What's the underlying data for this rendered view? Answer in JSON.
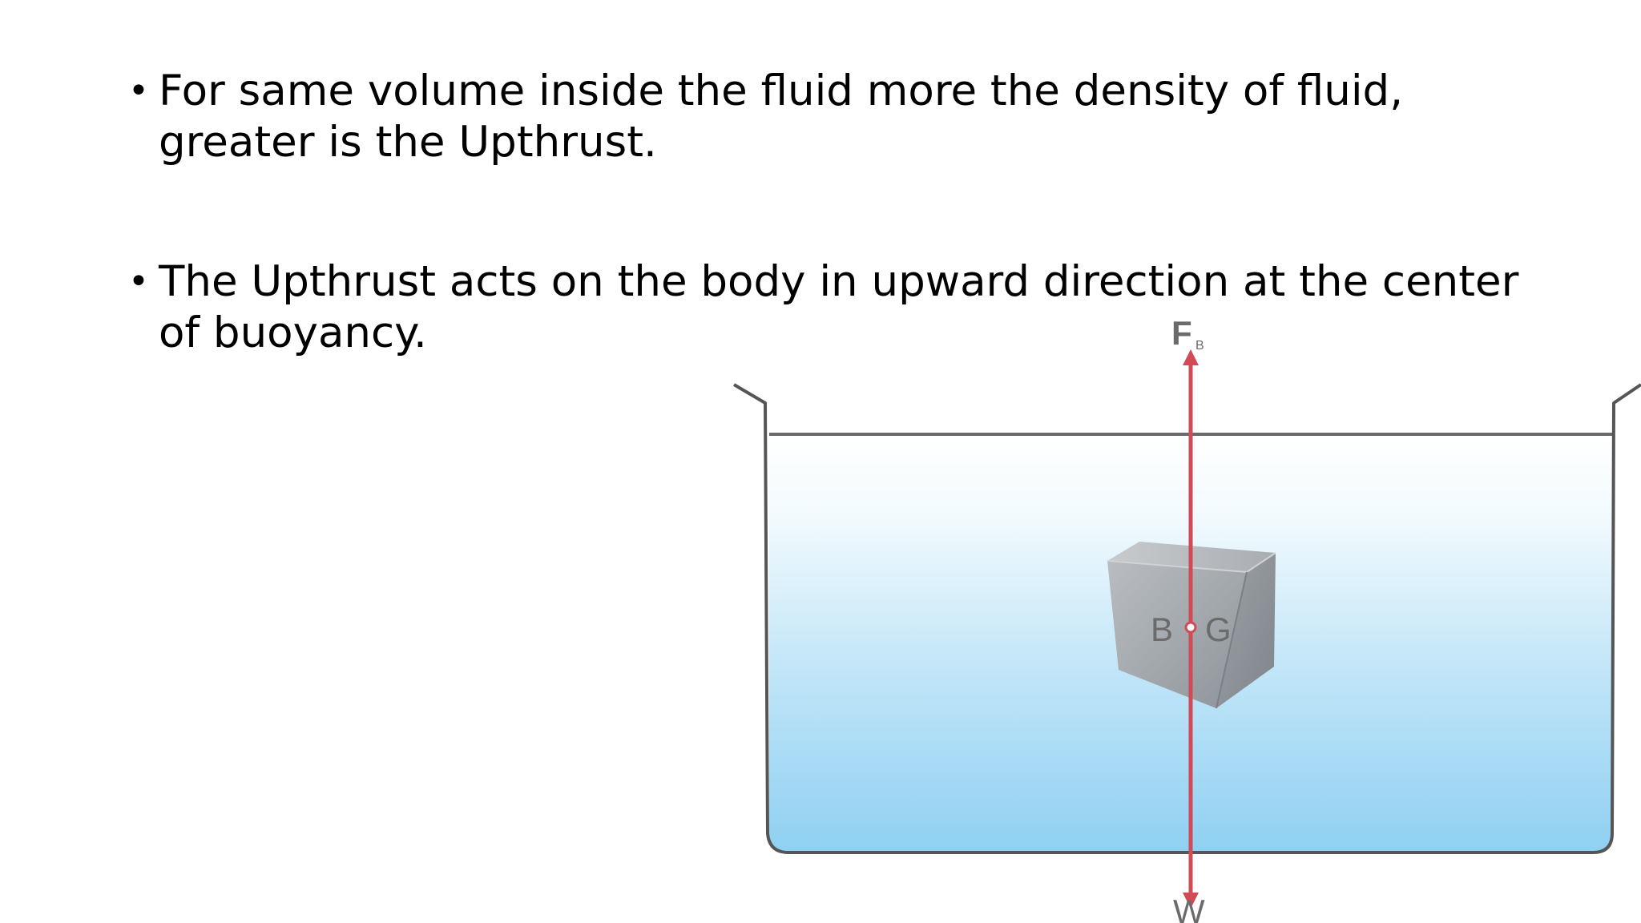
{
  "slide": {
    "bullets": [
      {
        "text": "For same volume inside the fluid more the density of fluid, greater is the Upthrust."
      },
      {
        "text": "The Upthrust acts on the body in upward direction at the center of buoyancy."
      }
    ]
  },
  "diagram": {
    "force_up_label": "F",
    "force_up_subscript": "B",
    "force_down_label": "W",
    "center_buoyancy_label": "B",
    "center_gravity_label": "G",
    "colors": {
      "fluid_top": "#ffffff",
      "fluid_bottom": "#8fd0f2",
      "force_line": "#e0707a",
      "container": "#555555"
    }
  }
}
